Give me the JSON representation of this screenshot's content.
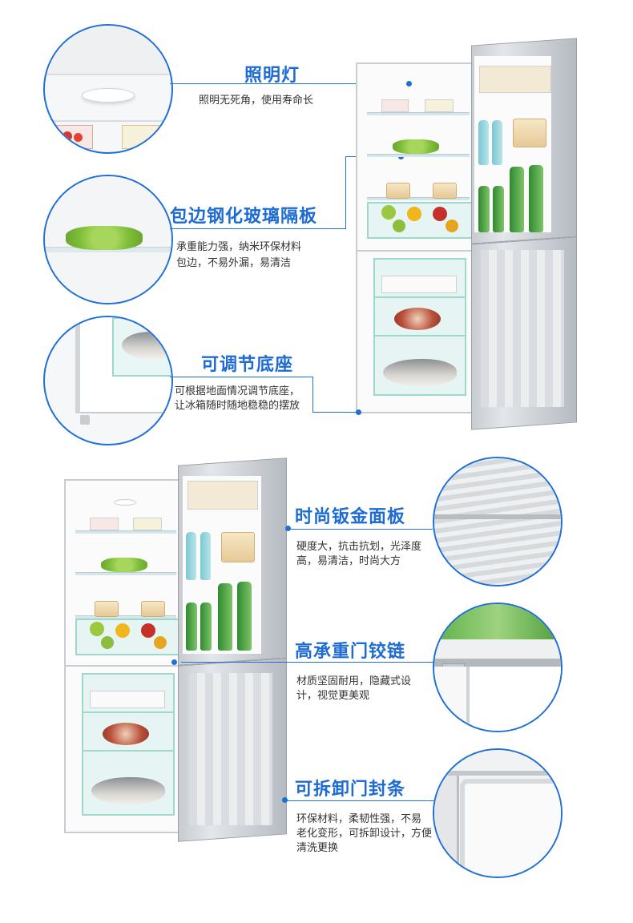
{
  "colors": {
    "accent": "#1f6fd6",
    "title": "#1d6bd3"
  },
  "features_top": [
    {
      "title": "照明灯",
      "desc": [
        "照明无死角，使用寿命长"
      ]
    },
    {
      "title": "包边钢化玻璃隔板",
      "desc": [
        "承重能力强，纳米环保材料",
        "包边，不易外漏，易清洁"
      ]
    },
    {
      "title": "可调节底座",
      "desc": [
        "可根据地面情况调节底座，",
        "让冰箱随时随地稳稳的摆放"
      ]
    }
  ],
  "features_bottom": [
    {
      "title": "时尚钣金面板",
      "desc": [
        "硬度大，抗击抗划，光泽度",
        "高，易清洁，时尚大方"
      ]
    },
    {
      "title": "高承重门铰链",
      "desc": [
        "材质坚固耐用，隐藏式设",
        "计，视觉更美观"
      ]
    },
    {
      "title": "可拆卸门封条",
      "desc": [
        "环保材料，柔韧性强，不易",
        "老化变形，可拆卸设计，方便",
        "清洗更换"
      ]
    }
  ]
}
